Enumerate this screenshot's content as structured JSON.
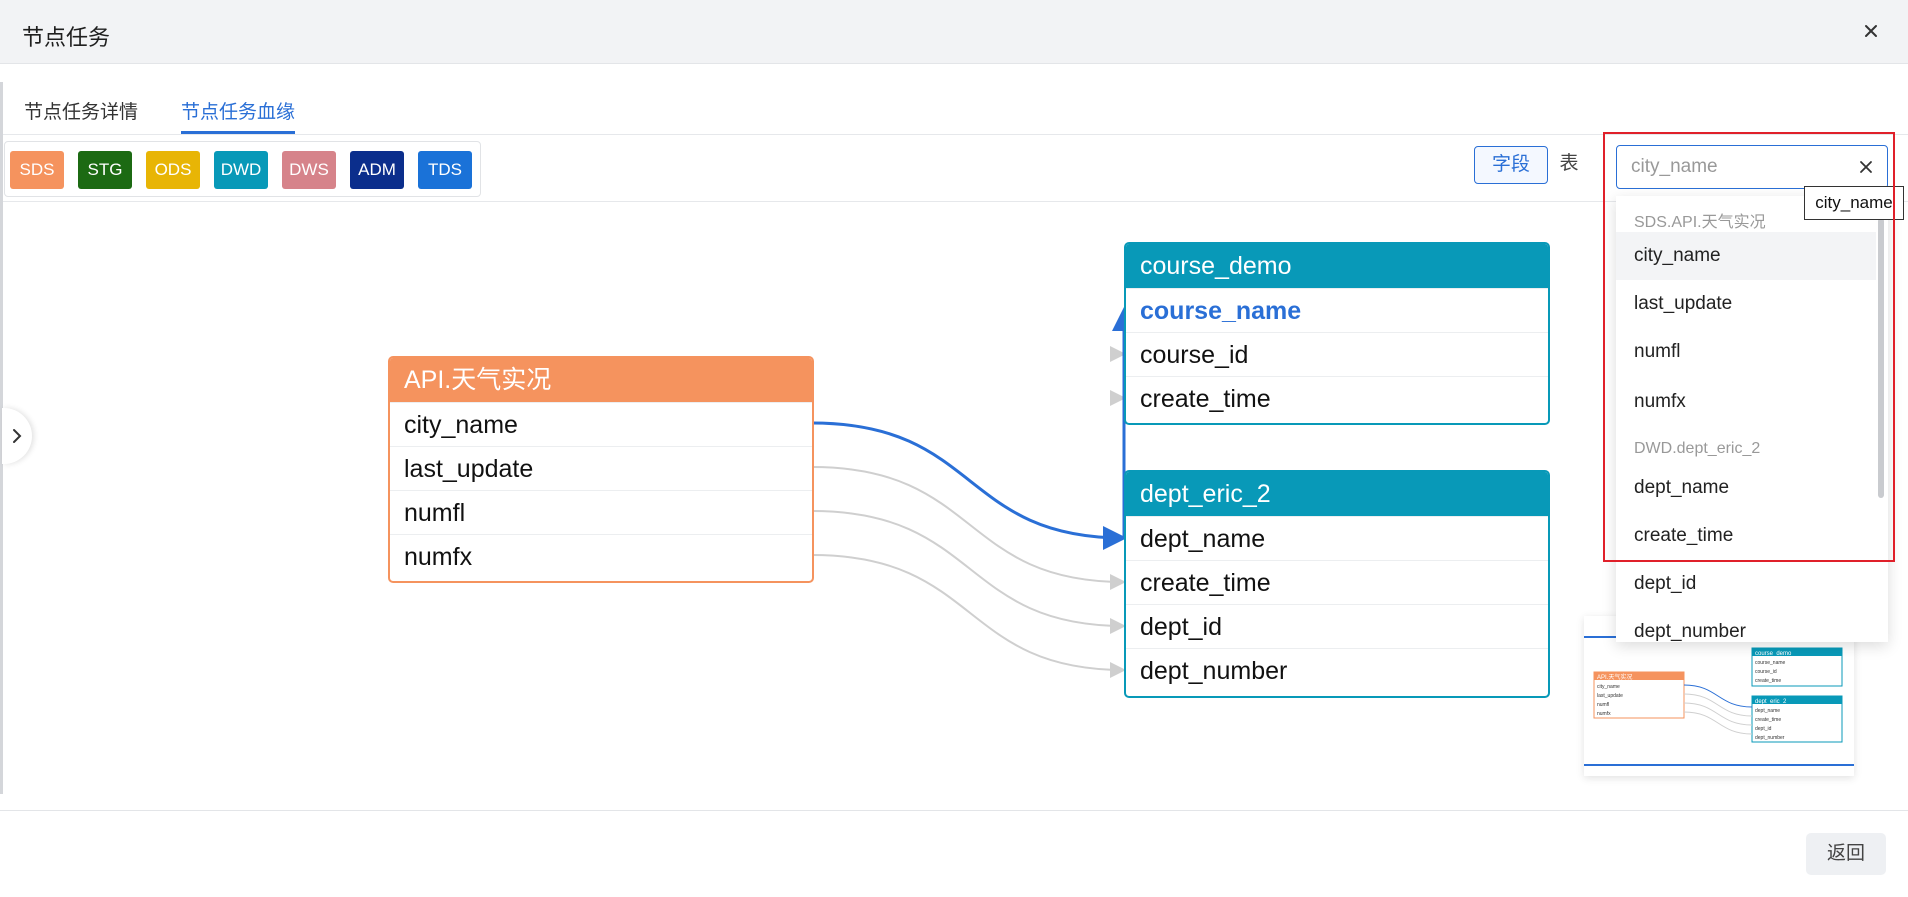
{
  "modal": {
    "title": "节点任务",
    "back_label": "返回"
  },
  "tabs": [
    {
      "label": "节点任务详情",
      "active": false
    },
    {
      "label": "节点任务血缘",
      "active": true
    }
  ],
  "legend": [
    {
      "label": "SDS",
      "color": "#f5935e"
    },
    {
      "label": "STG",
      "color": "#1c6a13"
    },
    {
      "label": "ODS",
      "color": "#e8b505"
    },
    {
      "label": "DWD",
      "color": "#0899b8"
    },
    {
      "label": "DWS",
      "color": "#d6838a"
    },
    {
      "label": "ADM",
      "color": "#0b2e8c"
    },
    {
      "label": "TDS",
      "color": "#1a72d8"
    }
  ],
  "view_toggle": {
    "field_label": "字段",
    "table_label": "表",
    "selected": "字段"
  },
  "search": {
    "value": "city_name",
    "tooltip": "city_name"
  },
  "dropdown": {
    "groups": [
      {
        "label": "SDS.API.天气实况",
        "items": [
          "city_name",
          "last_update",
          "numfl",
          "numfx"
        ]
      },
      {
        "label": "DWD.dept_eric_2",
        "items": [
          "dept_name",
          "create_time",
          "dept_id",
          "dept_number"
        ]
      }
    ],
    "hovered": "city_name"
  },
  "graph": {
    "nodes": [
      {
        "title": "API.天气实况",
        "color": "#f5935e",
        "fields": [
          "city_name",
          "last_update",
          "numfl",
          "numfx"
        ]
      },
      {
        "title": "course_demo",
        "color": "#0899b8",
        "fields": [
          "course_name",
          "course_id",
          "create_time"
        ],
        "selected_field": "course_name"
      },
      {
        "title": "dept_eric_2",
        "color": "#0899b8",
        "fields": [
          "dept_name",
          "create_time",
          "dept_id",
          "dept_number"
        ]
      }
    ],
    "highlight_color": "#2a6fd6",
    "edge_color": "#cfcfcf"
  },
  "minimap": {
    "nodes": [
      {
        "title": "API.天气实况",
        "fields": [
          "city_name",
          "last_update",
          "numfl",
          "numfx"
        ]
      },
      {
        "title": "course_demo",
        "fields": [
          "course_name",
          "course_id",
          "create_time"
        ]
      },
      {
        "title": "dept_eric_2",
        "fields": [
          "dept_name",
          "create_time",
          "dept_id",
          "dept_number"
        ]
      }
    ]
  }
}
